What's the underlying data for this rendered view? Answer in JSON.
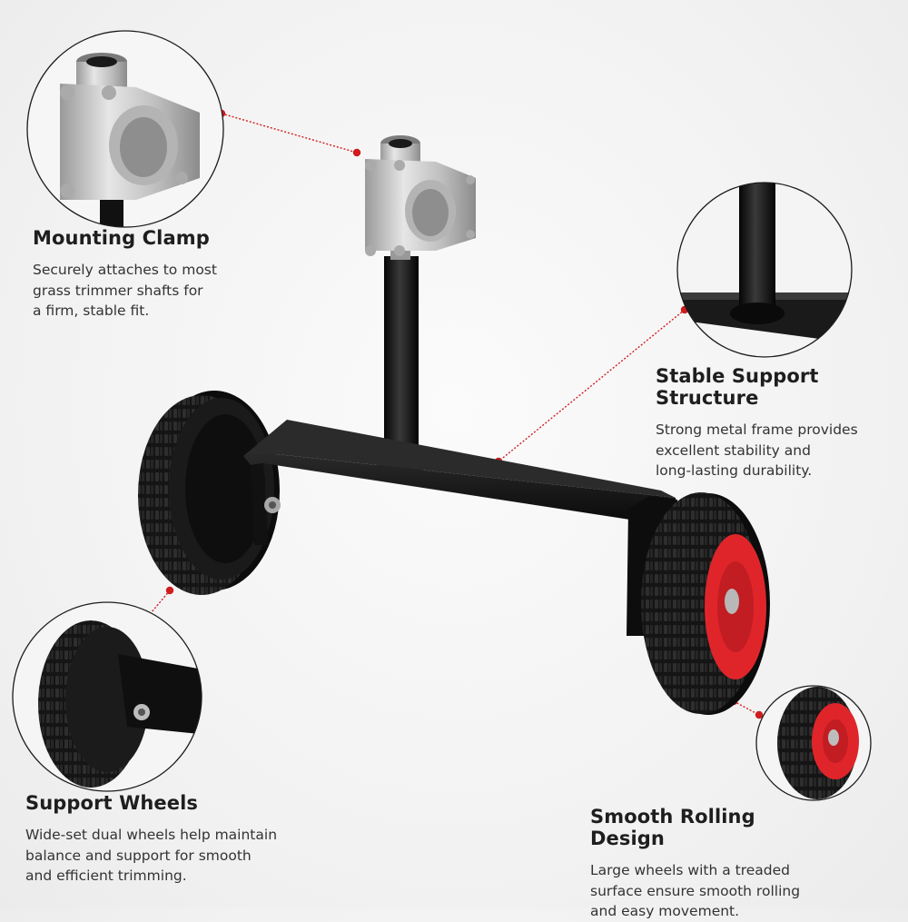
{
  "features": {
    "clamp": {
      "title": "Mounting Clamp",
      "desc_lines": [
        "Securely attaches to most",
        "grass trimmer shafts for",
        "a firm, stable fit."
      ]
    },
    "support": {
      "title": "Stable Support Structure",
      "desc_lines": [
        "Strong metal frame provides",
        "excellent stability and",
        "long-lasting durability."
      ]
    },
    "wheels": {
      "title": "Support Wheels",
      "desc_lines": [
        "Wide-set dual wheels help maintain",
        "balance and support for smooth",
        "and efficient trimming."
      ]
    },
    "rolling": {
      "title": "Smooth Rolling Design",
      "desc_lines": [
        "Large wheels with a treaded",
        "surface ensure smooth rolling",
        "and easy movement."
      ]
    }
  },
  "colors": {
    "accent_red": "#d01c1f",
    "frame_black": "#111111",
    "wheel_red": "#e0252a",
    "metal": "#c9c9c9"
  }
}
